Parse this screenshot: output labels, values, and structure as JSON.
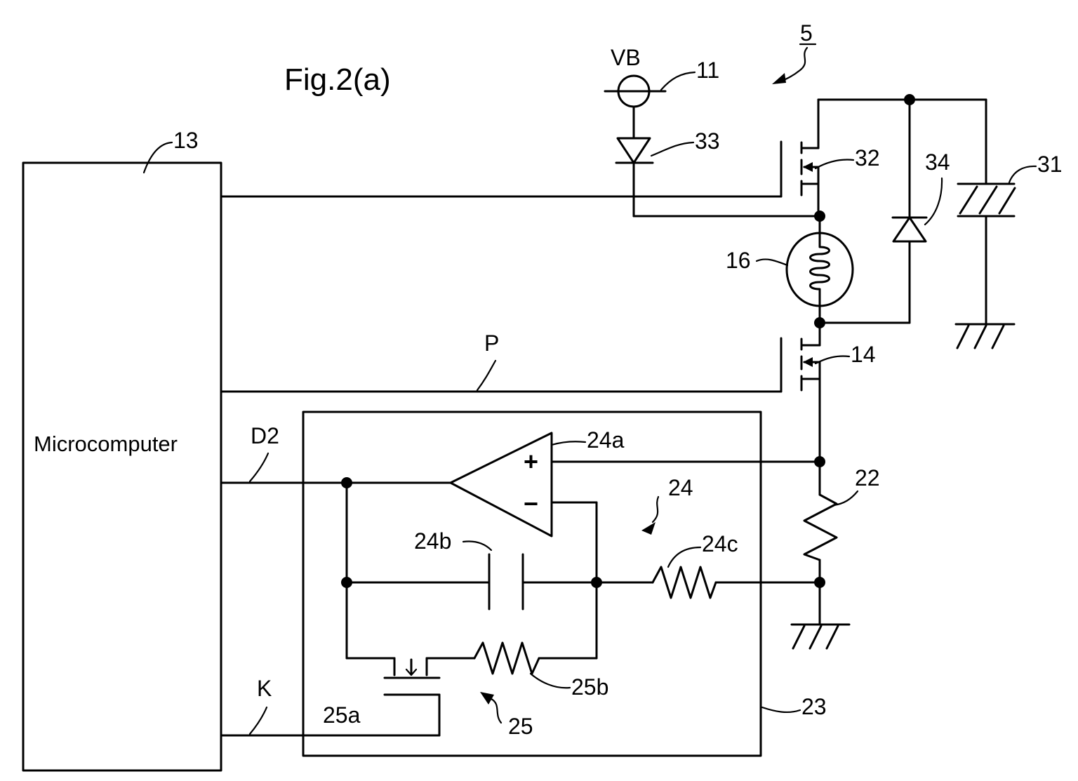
{
  "figure": {
    "title": "Fig.2(a)"
  },
  "labels": {
    "device": "5",
    "supply": "VB",
    "supply_ref": "11",
    "micro_ref": "13",
    "micro_name": "Microcomputer",
    "diode_ref": "33",
    "switch_upper_ref": "32",
    "flyback_diode_ref": "34",
    "battery_ref": "31",
    "load_ref": "16",
    "switch_lower_ref": "14",
    "signal_p": "P",
    "signal_d2": "D2",
    "signal_k": "K",
    "amp_ref": "24a",
    "amp_plus": "+",
    "amp_minus": "−",
    "integrator_ref": "24",
    "cap_ref": "24b",
    "resistor_in_ref": "24c",
    "shunt_ref": "22",
    "reset_switch_ref": "25a",
    "reset_resistor_ref": "25b",
    "reset_ref": "25",
    "detector_ref": "23"
  }
}
